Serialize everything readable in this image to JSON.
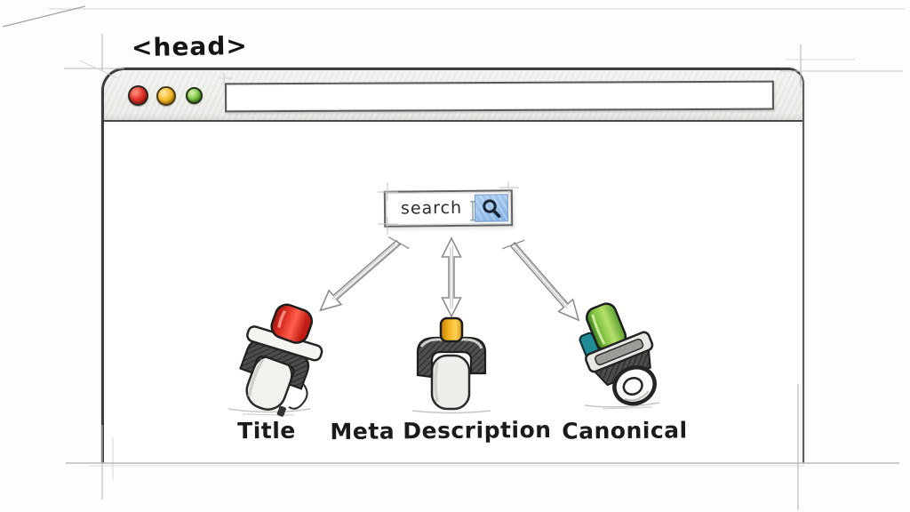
{
  "head_tag_label": "<head>",
  "browser_window": {
    "controls": [
      {
        "name": "close",
        "color": "#d8342b"
      },
      {
        "name": "minimize",
        "color": "#eeb021"
      },
      {
        "name": "maximize",
        "color": "#64b43a"
      }
    ],
    "address_bar": {
      "value": ""
    }
  },
  "search_box": {
    "value": "search",
    "icon": "magnifier-icon",
    "button_color": "#93bde8"
  },
  "arrows": [
    {
      "name": "arrow-to-title",
      "direction": "down-left"
    },
    {
      "name": "arrow-to-meta-description",
      "direction": "double-vertical"
    },
    {
      "name": "arrow-to-canonical",
      "direction": "down-right"
    }
  ],
  "items": [
    {
      "label": "Title",
      "accent_color": "#d8342b"
    },
    {
      "label": "Meta Description",
      "accent_color": "#f0ae1b"
    },
    {
      "label": "Canonical",
      "accent_color": "#7fc241"
    }
  ]
}
